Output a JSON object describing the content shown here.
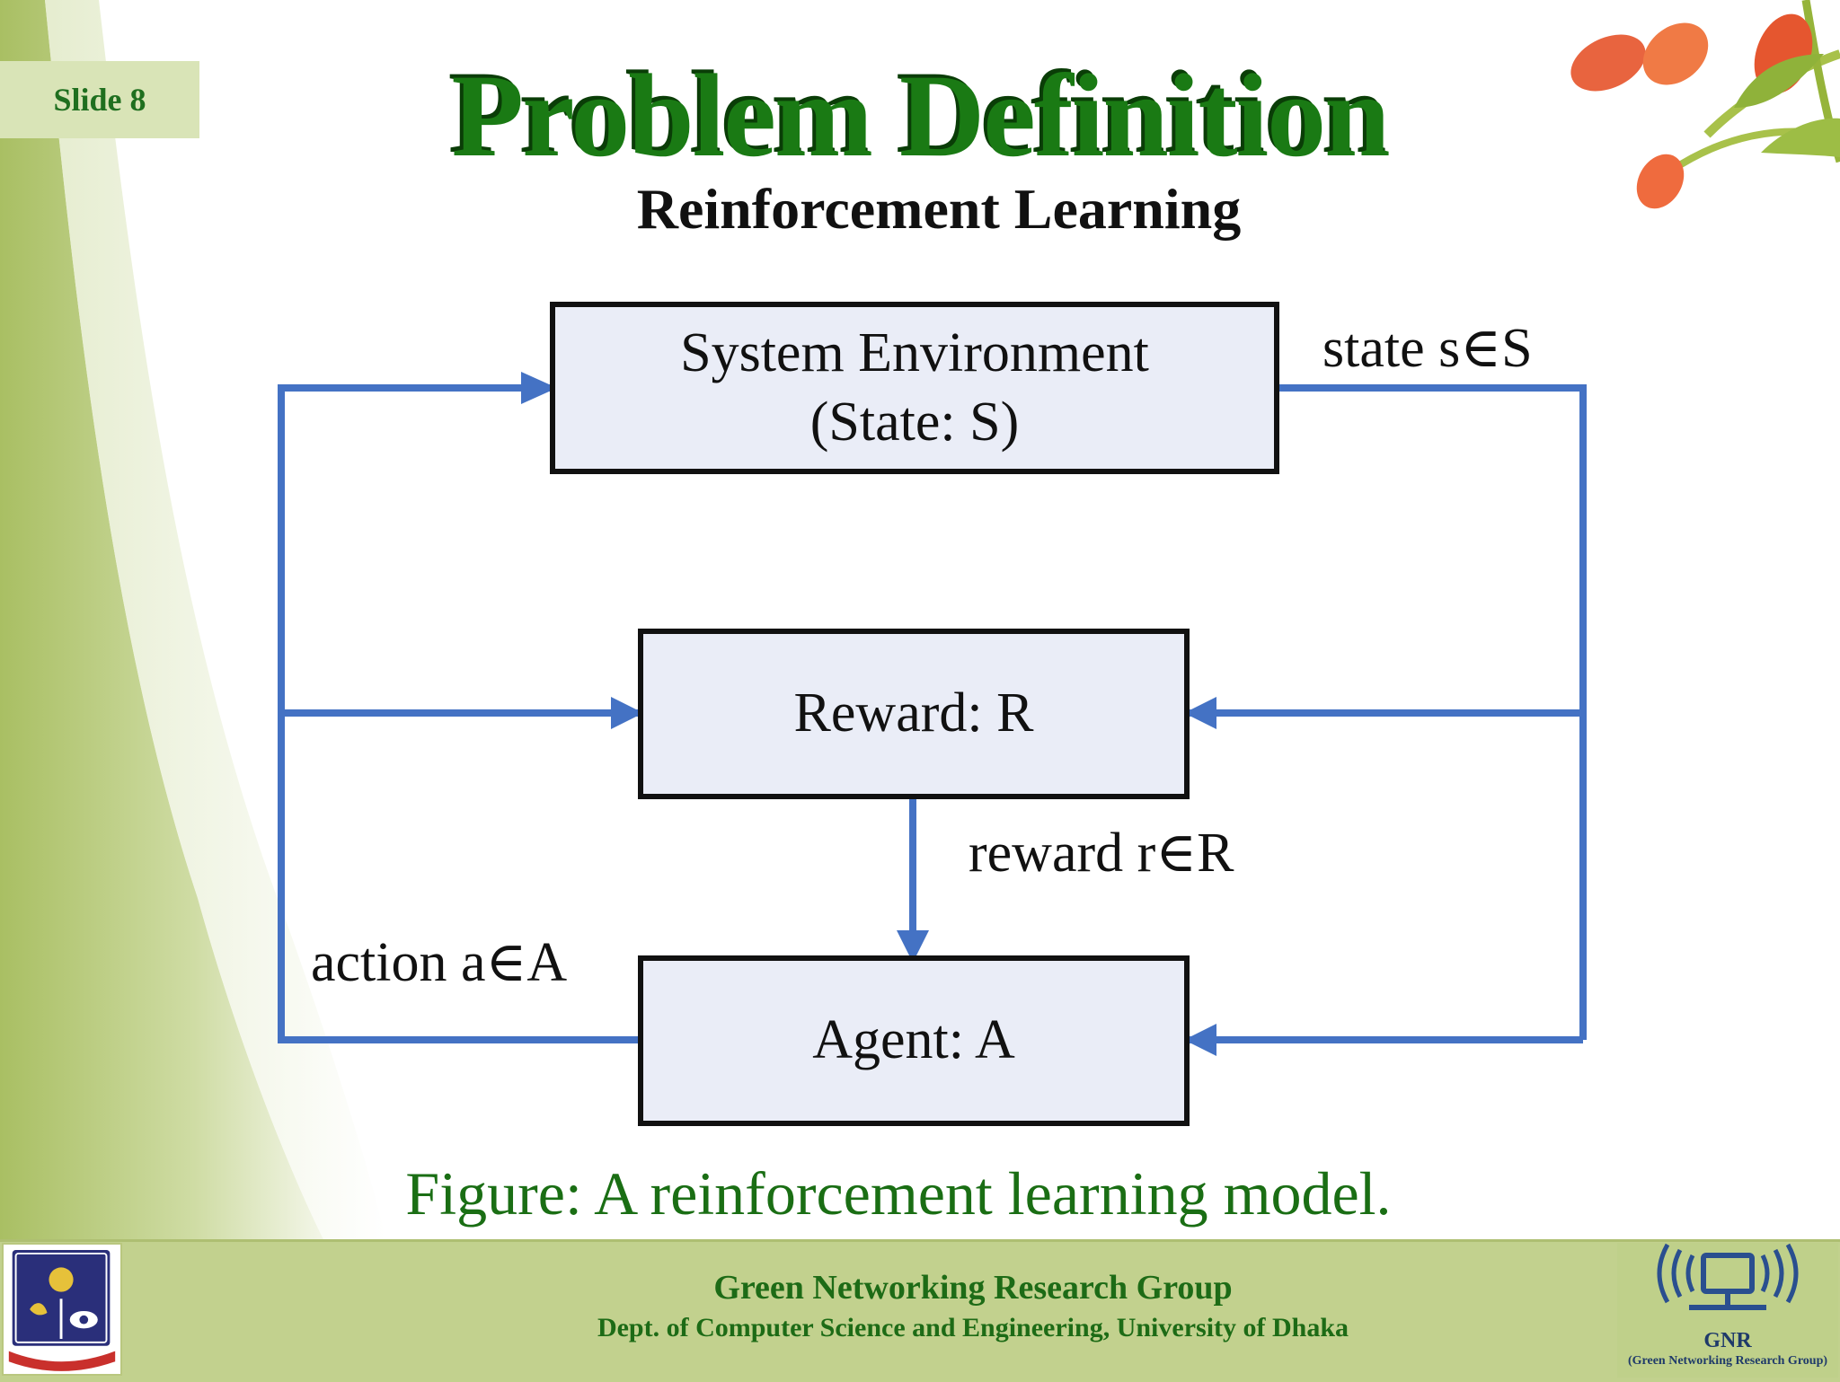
{
  "slide_label": "Slide 8",
  "title": "Problem Definition",
  "subtitle": "Reinforcement Learning",
  "diagram": {
    "nodes": {
      "environment": {
        "line1": "System Environment",
        "line2": "(State: S)"
      },
      "reward": "Reward: R",
      "agent": "Agent: A"
    },
    "edges": {
      "state": "state s∈S",
      "reward": "reward r∈R",
      "action": "action a∈A"
    },
    "colors": {
      "arrow": "#4472c4",
      "box_fill": "#eaedf7",
      "box_border": "#111111"
    }
  },
  "caption": "Figure: A reinforcement learning model.",
  "footer": {
    "group": "Green Networking Research Group",
    "dept": "Dept. of Computer Science and Engineering, University of Dhaka",
    "gnr_logo": "GNR",
    "gnr_sub": "(Green Networking Research Group)"
  },
  "colors": {
    "title_green": "#1a7a14",
    "footer_bg": "#c2d18e",
    "side_band": "#c8d891"
  }
}
